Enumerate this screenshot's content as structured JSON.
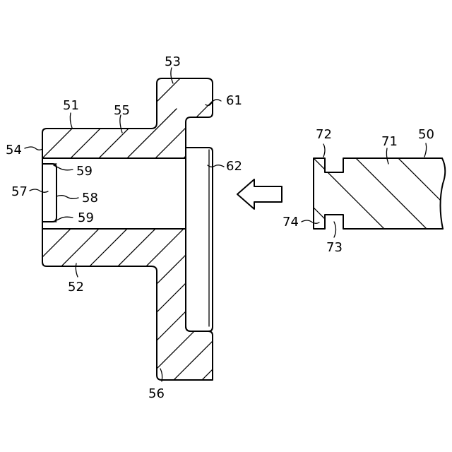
{
  "diagram": {
    "labels": {
      "l50": "50",
      "l51": "51",
      "l52": "52",
      "l53": "53",
      "l54": "54",
      "l55": "55",
      "l56": "56",
      "l57": "57",
      "l58": "58",
      "l59a": "59",
      "l59b": "59",
      "l61": "61",
      "l62": "62",
      "l71": "71",
      "l72": "72",
      "l73": "73",
      "l74": "74"
    }
  }
}
